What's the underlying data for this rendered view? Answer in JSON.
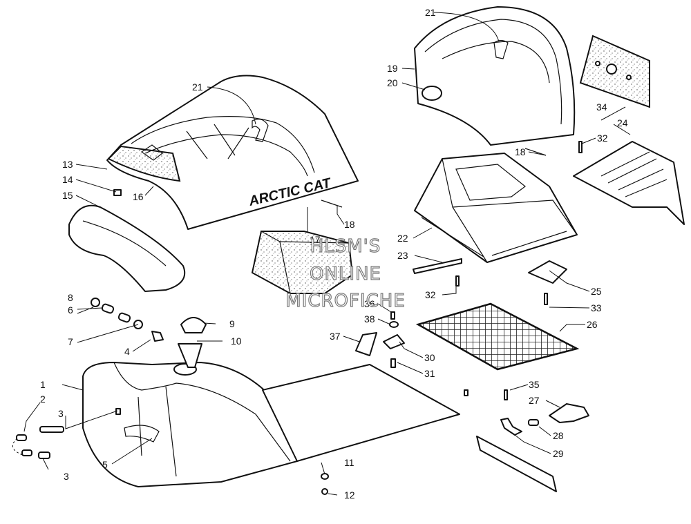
{
  "brand_text": "ARCTIC CAT",
  "watermark": [
    "HLSM'S",
    "ONLINE",
    "MICROFICHE"
  ],
  "callouts": {
    "c1": "1",
    "c2": "2",
    "c3a": "3",
    "c3b": "3",
    "c4": "4",
    "c5": "5",
    "c6": "6",
    "c7": "7",
    "c8": "8",
    "c9": "9",
    "c10": "10",
    "c11": "11",
    "c12": "12",
    "c13": "13",
    "c14": "14",
    "c15": "15",
    "c16": "16",
    "c17": "17",
    "c18a": "18",
    "c18b": "18",
    "c19": "19",
    "c20": "20",
    "c21a": "21",
    "c21b": "21",
    "c22": "22",
    "c23": "23",
    "c24": "24",
    "c25": "25",
    "c26": "26",
    "c27": "27",
    "c28": "28",
    "c29": "29",
    "c30": "30",
    "c31": "31",
    "c32a": "32",
    "c32b": "32",
    "c33": "33",
    "c34": "34",
    "c35": "35",
    "c36": "36",
    "c37": "37",
    "c38": "38"
  }
}
